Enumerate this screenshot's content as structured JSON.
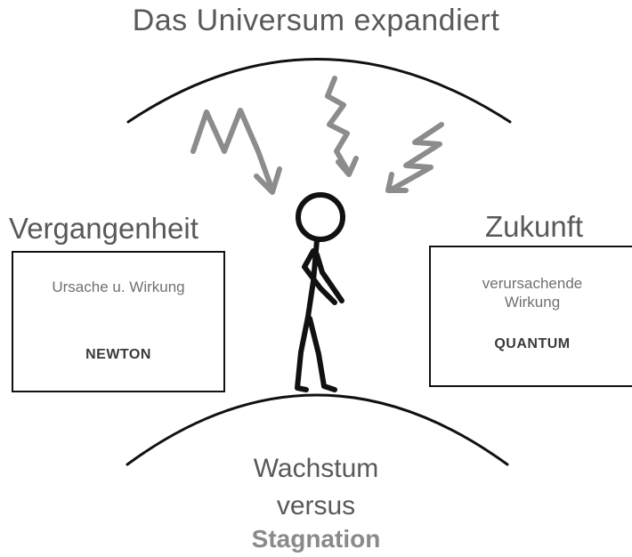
{
  "title": "Das Universum expandiert",
  "past": {
    "heading": "Vergangenheit",
    "description": "Ursache u. Wirkung",
    "name": "NEWTON"
  },
  "future": {
    "heading": "Zukunft",
    "description": "verursachende Wirkung",
    "name": "QUANTUM"
  },
  "bottom": {
    "line1": "Wachstum",
    "line2": "versus",
    "line3": "Stagnation"
  },
  "colors": {
    "text": "#595959",
    "lines": "#111111",
    "arrows": "#8c8c8c",
    "highlight_text": "#8a8a8a"
  },
  "icons": [
    "stick-figure",
    "zigzag-arrow",
    "arc"
  ]
}
